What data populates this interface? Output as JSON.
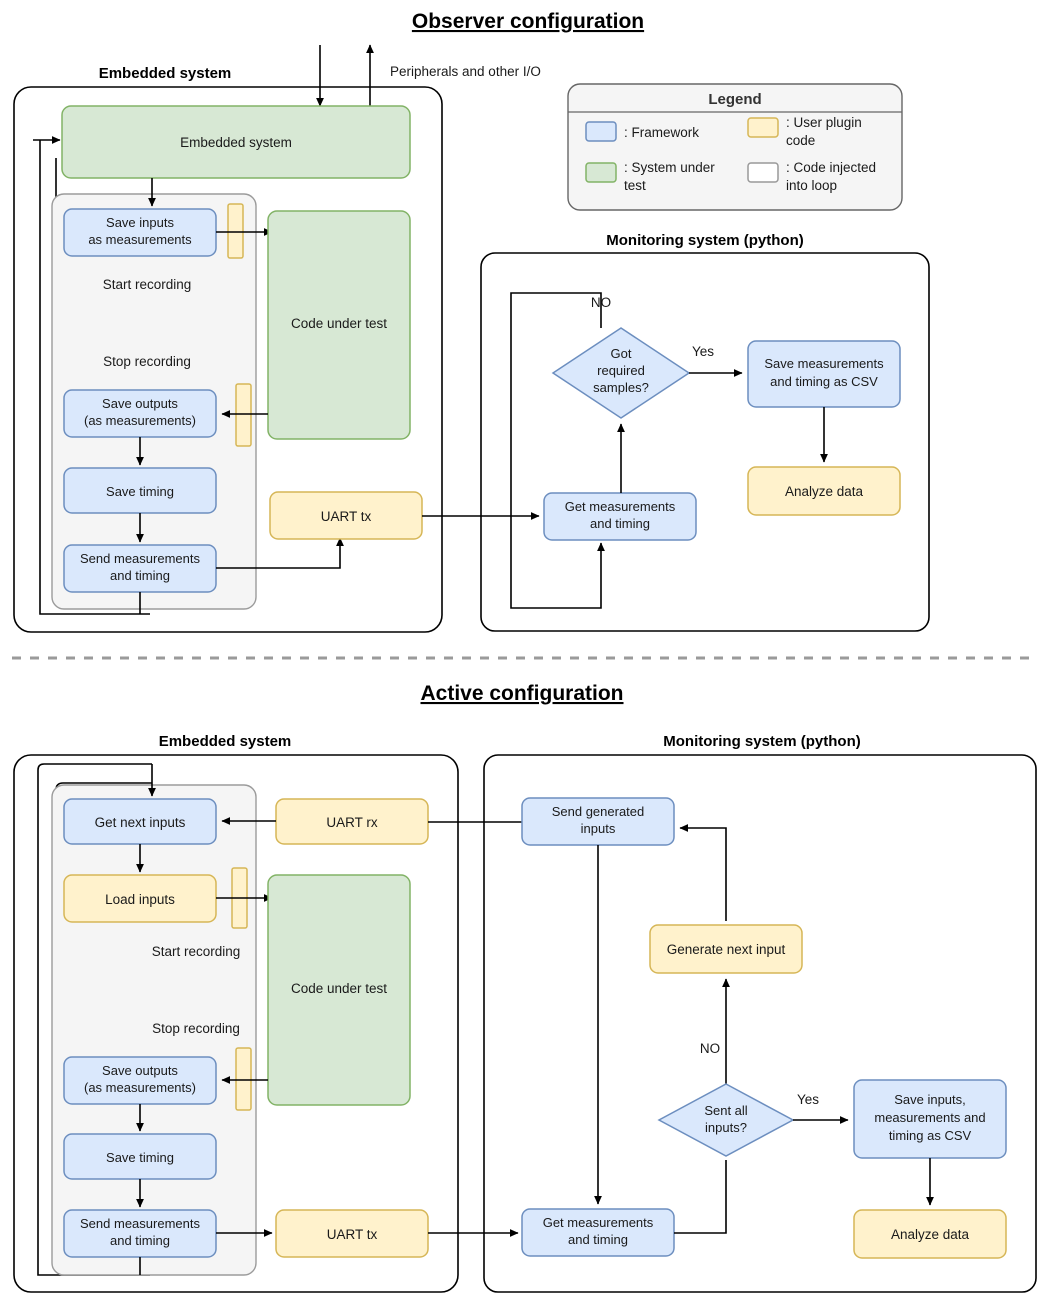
{
  "sections": {
    "observer": {
      "title": "Observer configuration",
      "embedded_title": "Embedded system",
      "monitor_title": "Monitoring system (python)",
      "io_note": "Peripherals and other I/O",
      "nodes": {
        "embedded_system": "Embedded system",
        "save_inputs": "Save inputs\nas measurements",
        "code_under_test": "Code under test",
        "save_outputs": "Save outputs\n(as measurements)",
        "save_timing": "Save timing",
        "send_meas": "Send measurements\nand timing",
        "uart_tx": "UART tx",
        "got_samples": "Got\nrequired\nsamples?",
        "save_csv": "Save measurements\nand timing as CSV",
        "analyze": "Analyze data",
        "get_meas": "Get measurements\nand timing"
      },
      "edge_labels": {
        "start_recording": "Start recording",
        "stop_recording": "Stop recording",
        "no": "NO",
        "yes": "Yes"
      }
    },
    "active": {
      "title": "Active configuration",
      "embedded_title": "Embedded system",
      "monitor_title": "Monitoring system (python)",
      "nodes": {
        "get_next_inputs": "Get next inputs",
        "load_inputs": "Load inputs",
        "code_under_test": "Code under test",
        "save_outputs": "Save outputs\n(as measurements)",
        "save_timing": "Save timing",
        "send_meas": "Send measurements\nand timing",
        "uart_rx": "UART rx",
        "uart_tx": "UART tx",
        "send_generated": "Send generated\ninputs",
        "generate_next": "Generate next input",
        "sent_all": "Sent all\ninputs?",
        "save_csv": "Save inputs,\nmeasurements and\ntiming as CSV",
        "analyze": "Analyze data",
        "get_meas": "Get measurements\nand timing"
      },
      "edge_labels": {
        "start_recording": "Start recording",
        "stop_recording": "Stop recording",
        "no": "NO",
        "yes": "Yes"
      }
    }
  },
  "legend": {
    "title": "Legend",
    "items": [
      {
        "swatch": "framework-swatch",
        "label": ": Framework",
        "color": "#dae8fc"
      },
      {
        "swatch": "user-plugin-swatch",
        "label": ": User plugin\ncode",
        "color": "#fff2cc"
      },
      {
        "swatch": "system-under-test-swatch",
        "label": ": System under\ntest",
        "color": "#d7e8d4"
      },
      {
        "swatch": "injected-code-swatch",
        "label": ": Code injected\ninto loop",
        "color": "#ffffff"
      }
    ]
  },
  "colors": {
    "framework": "#dae8fc",
    "framework_border": "#6c8ebf",
    "system_under_test": "#d7e8d4",
    "system_under_test_border": "#82b366",
    "user_plugin": "#fff2cc",
    "user_plugin_border": "#d6b656",
    "injected": "#ffffff",
    "injected_border": "#999999",
    "group": "#f5f5f5"
  }
}
